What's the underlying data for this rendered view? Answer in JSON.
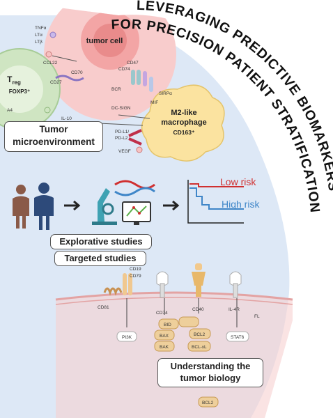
{
  "title": {
    "line1": "LEVERAGING PREDICTIVE BIOMARKERS",
    "line2": "FOR PRECISION PATIENT STRATIFICATION"
  },
  "tme": {
    "box_line1": "Tumor",
    "box_line2": "microenvironment",
    "tumor_cell": "tumor cell",
    "treg_main": "T",
    "treg_sub": "reg",
    "treg_marker": "FOXP3⁺",
    "macrophage_line1": "M2-like",
    "macrophage_line2": "macrophage",
    "macrophage_marker": "CD163⁺",
    "labels": {
      "tnfa": "TNFα",
      "lta": "LTα",
      "ltb": "LTβ",
      "ccl22": "CCL22",
      "cd27": "CD27",
      "cd70": "CD70",
      "a4": "A4",
      "il10": "IL-10",
      "cd47": "CD47",
      "cd74": "CD74",
      "bcr": "BCR",
      "sirpa": "SIRPα",
      "mif": "MIF",
      "dcsign": "DC-SIGN",
      "pdl1": "PD-L1/",
      "pdl2": "PD-L2",
      "vegf": "VEGF"
    }
  },
  "studies": {
    "explorative": "Explorative studies",
    "targeted": "Targeted studies",
    "low_risk": "Low risk",
    "high_risk": "High risk"
  },
  "biology": {
    "box_line1": "Understanding the",
    "box_line2": "tumor biology",
    "labels": {
      "cd19": "CD19",
      "cd79": "CD79",
      "cd81": "CD81",
      "cd74": "CD74",
      "cd40": "CD40",
      "il4r": "IL-4R",
      "fl": "FL",
      "pi3k": "PI3K",
      "bid": "BID",
      "bax": "BAX",
      "bak": "BAK",
      "bcl2": "BCL2",
      "bclxl": "BCL-xL",
      "stat6": "STAT6",
      "bottom": "BCL2"
    }
  },
  "colors": {
    "background_wedge": "#dde8f6",
    "tumor": "#f3a5a5",
    "treg": "#cfe5c2",
    "macrophage": "#fbe3a0",
    "membrane": "#f6d0d0",
    "low_risk": "#d03030",
    "high_risk": "#3f86c8",
    "person1": "#8a5a48",
    "person2": "#2d4a7a"
  }
}
